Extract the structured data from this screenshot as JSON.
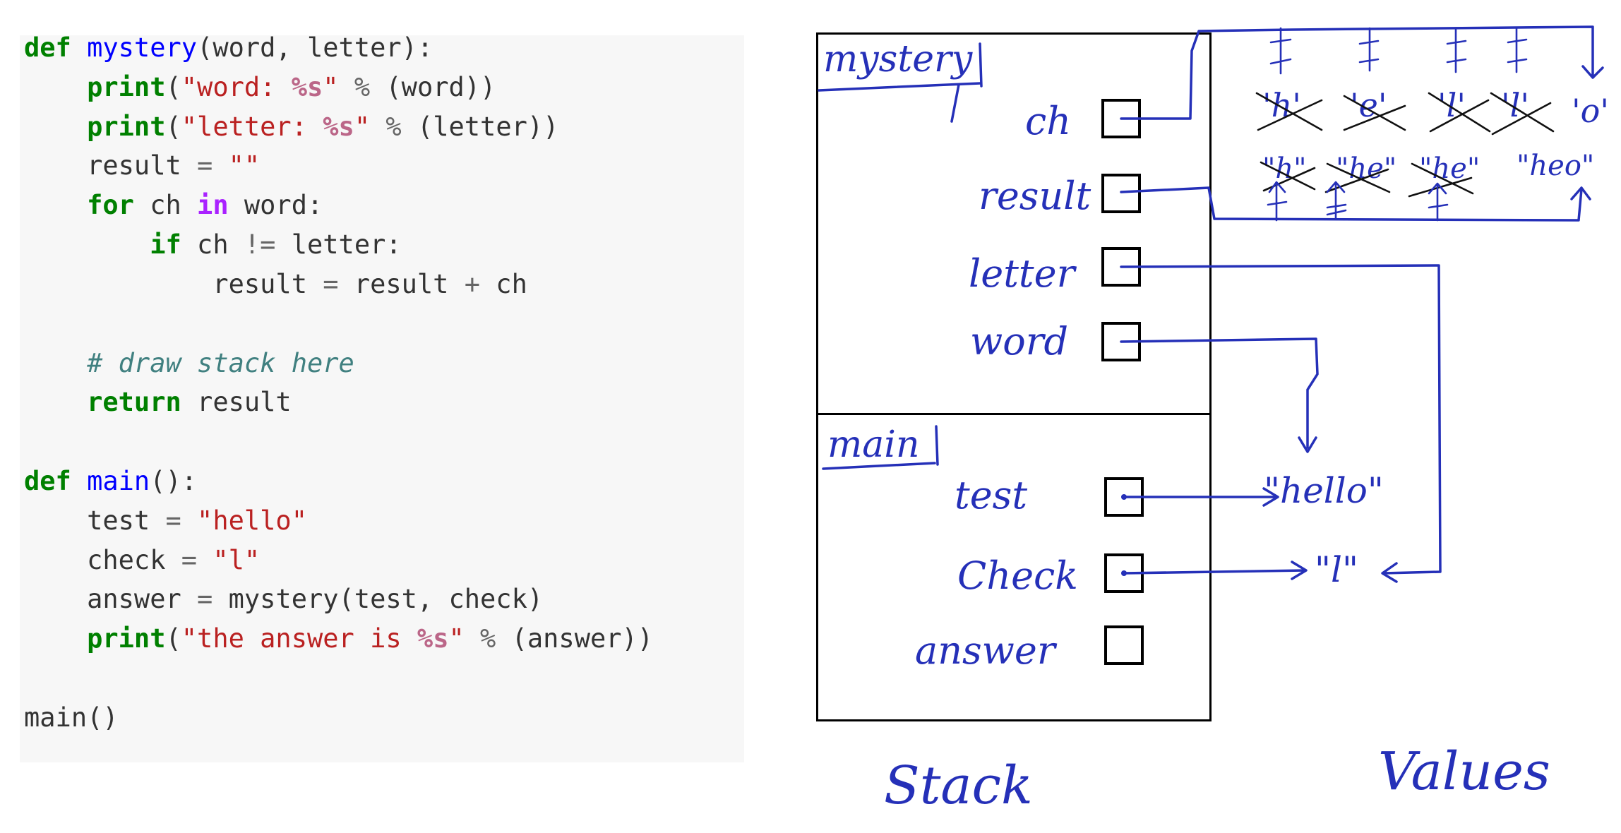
{
  "code": {
    "lines": [
      [
        {
          "t": "def",
          "c": "kw"
        },
        {
          "t": " ",
          "c": "p"
        },
        {
          "t": "mystery",
          "c": "fn"
        },
        {
          "t": "(word, letter):",
          "c": "p"
        }
      ],
      [
        {
          "t": "    ",
          "c": "p"
        },
        {
          "t": "print",
          "c": "kw"
        },
        {
          "t": "(",
          "c": "p"
        },
        {
          "t": "\"word: ",
          "c": "str"
        },
        {
          "t": "%s",
          "c": "esc"
        },
        {
          "t": "\"",
          "c": "str"
        },
        {
          "t": " ",
          "c": "p"
        },
        {
          "t": "%",
          "c": "op"
        },
        {
          "t": " (word))",
          "c": "p"
        }
      ],
      [
        {
          "t": "    ",
          "c": "p"
        },
        {
          "t": "print",
          "c": "kw"
        },
        {
          "t": "(",
          "c": "p"
        },
        {
          "t": "\"letter: ",
          "c": "str"
        },
        {
          "t": "%s",
          "c": "esc"
        },
        {
          "t": "\"",
          "c": "str"
        },
        {
          "t": " ",
          "c": "p"
        },
        {
          "t": "%",
          "c": "op"
        },
        {
          "t": " (letter))",
          "c": "p"
        }
      ],
      [
        {
          "t": "    result ",
          "c": "p"
        },
        {
          "t": "=",
          "c": "op"
        },
        {
          "t": " ",
          "c": "p"
        },
        {
          "t": "\"\"",
          "c": "str"
        }
      ],
      [
        {
          "t": "    ",
          "c": "p"
        },
        {
          "t": "for",
          "c": "kw"
        },
        {
          "t": " ch ",
          "c": "p"
        },
        {
          "t": "in",
          "c": "in"
        },
        {
          "t": " word:",
          "c": "p"
        }
      ],
      [
        {
          "t": "        ",
          "c": "p"
        },
        {
          "t": "if",
          "c": "kw"
        },
        {
          "t": " ch ",
          "c": "p"
        },
        {
          "t": "!=",
          "c": "op"
        },
        {
          "t": " letter:",
          "c": "p"
        }
      ],
      [
        {
          "t": "            result ",
          "c": "p"
        },
        {
          "t": "=",
          "c": "op"
        },
        {
          "t": " result ",
          "c": "p"
        },
        {
          "t": "+",
          "c": "op"
        },
        {
          "t": " ch",
          "c": "p"
        }
      ],
      [],
      [
        {
          "t": "    ",
          "c": "p"
        },
        {
          "t": "# draw stack here",
          "c": "cmt"
        }
      ],
      [
        {
          "t": "    ",
          "c": "p"
        },
        {
          "t": "return",
          "c": "kw"
        },
        {
          "t": " result",
          "c": "p"
        }
      ],
      [],
      [
        {
          "t": "def",
          "c": "kw"
        },
        {
          "t": " ",
          "c": "p"
        },
        {
          "t": "main",
          "c": "fn"
        },
        {
          "t": "():",
          "c": "p"
        }
      ],
      [
        {
          "t": "    test ",
          "c": "p"
        },
        {
          "t": "=",
          "c": "op"
        },
        {
          "t": " ",
          "c": "p"
        },
        {
          "t": "\"hello\"",
          "c": "str"
        }
      ],
      [
        {
          "t": "    check ",
          "c": "p"
        },
        {
          "t": "=",
          "c": "op"
        },
        {
          "t": " ",
          "c": "p"
        },
        {
          "t": "\"l\"",
          "c": "str"
        }
      ],
      [
        {
          "t": "    answer ",
          "c": "p"
        },
        {
          "t": "=",
          "c": "op"
        },
        {
          "t": " mystery(test, check)",
          "c": "p"
        }
      ],
      [
        {
          "t": "    ",
          "c": "p"
        },
        {
          "t": "print",
          "c": "kw"
        },
        {
          "t": "(",
          "c": "p"
        },
        {
          "t": "\"the answer is ",
          "c": "str"
        },
        {
          "t": "%s",
          "c": "esc"
        },
        {
          "t": "\"",
          "c": "str"
        },
        {
          "t": " ",
          "c": "p"
        },
        {
          "t": "%",
          "c": "op"
        },
        {
          "t": " (answer))",
          "c": "p"
        }
      ],
      [],
      [
        {
          "t": "main()",
          "c": "p"
        }
      ]
    ]
  },
  "diagram": {
    "frames": {
      "mystery": {
        "label": "mystery",
        "vars": [
          "ch",
          "result",
          "letter",
          "word"
        ]
      },
      "main": {
        "label": "main",
        "vars": [
          "test",
          "Check",
          "answer"
        ]
      }
    },
    "values": {
      "hello": "\"hello\"",
      "l": "\"l\"",
      "heo": "\"heo\"",
      "char_h": "'h'",
      "char_e": "'e'",
      "char_l1": "'l'",
      "char_l2": "'l'",
      "char_o": "'o'",
      "str_h": "\"h\"",
      "str_he": "\"he\""
    },
    "captions": {
      "stack": "Stack",
      "values": "Values"
    }
  },
  "colors": {
    "ink": "#2530b8",
    "code_bg": "#f7f7f7"
  }
}
